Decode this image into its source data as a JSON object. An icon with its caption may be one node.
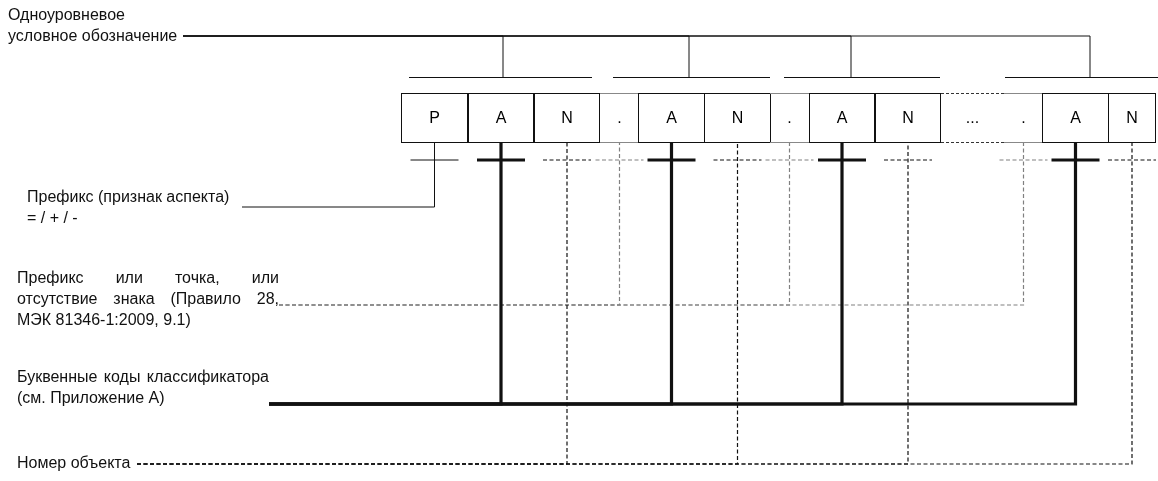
{
  "diagram": {
    "nodes": [
      {
        "text": [
          "Одноуровневое условное обозначение"
        ]
      },
      {
        "text": [
          "P"
        ]
      },
      {
        "text": [
          "A"
        ]
      },
      {
        "text": [
          "N"
        ]
      },
      {
        "text": [
          "."
        ]
      },
      {
        "text": [
          "A"
        ]
      },
      {
        "text": [
          "N"
        ]
      },
      {
        "text": [
          "."
        ]
      },
      {
        "text": [
          "A"
        ]
      },
      {
        "text": [
          "N"
        ]
      },
      {
        "text": [
          "..."
        ]
      },
      {
        "text": [
          "."
        ]
      },
      {
        "text": [
          "A"
        ]
      },
      {
        "text": [
          "N"
        ]
      },
      {
        "text": [
          "Префикс (признак аспекта) = / + / -"
        ]
      },
      {
        "text": [
          "Префикс или точка, или отсутствие знака (Правило 28, МЭК 81346-1:2009, 9.1)"
        ]
      },
      {
        "text": [
          "Буквенные коды классификатора (см. Приложение А)"
        ]
      },
      {
        "text": [
          "Номер объекта"
        ]
      }
    ],
    "edges": [
      {
        "from": 0,
        "to": null,
        "arrow": "none"
      },
      {
        "from": 0,
        "to": null,
        "arrow": "none"
      },
      {
        "from": 0,
        "to": null,
        "arrow": "none"
      },
      {
        "from": 0,
        "to": null,
        "arrow": "none"
      },
      {
        "from": 14,
        "to": 1,
        "arrow": "none"
      },
      {
        "from": 15,
        "to": 4,
        "arrow": "none",
        "style": "dashed",
        "color": "#808080"
      },
      {
        "from": 15,
        "to": 7,
        "arrow": "none",
        "style": "dashed",
        "color": "#808080"
      },
      {
        "from": 15,
        "to": 11,
        "arrow": "none",
        "style": "dashed",
        "color": "#808080"
      },
      {
        "from": 16,
        "to": 2,
        "arrow": "none",
        "style": "thick"
      },
      {
        "from": 16,
        "to": 5,
        "arrow": "none",
        "style": "thick"
      },
      {
        "from": 16,
        "to": 8,
        "arrow": "none",
        "style": "thick"
      },
      {
        "from": 16,
        "to": 12,
        "arrow": "none",
        "style": "thick"
      },
      {
        "from": 17,
        "to": 3,
        "arrow": "none",
        "style": "dashed"
      },
      {
        "from": 17,
        "to": 6,
        "arrow": "none",
        "style": "dashed"
      },
      {
        "from": 17,
        "to": 9,
        "arrow": "none",
        "style": "dashed"
      },
      {
        "from": 17,
        "to": 13,
        "arrow": "none",
        "style": "dashed"
      }
    ]
  }
}
